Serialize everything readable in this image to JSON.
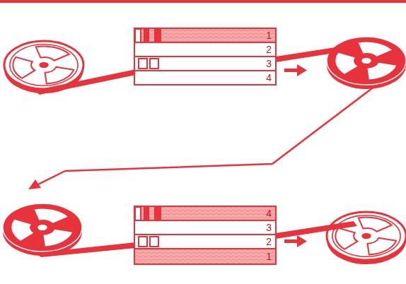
{
  "diagram": {
    "nodes": [
      {
        "text": [
          "1"
        ]
      },
      {
        "text": [
          "2"
        ]
      },
      {
        "text": [
          "3"
        ]
      },
      {
        "text": [
          "4"
        ]
      },
      {
        "text": [
          "4"
        ]
      },
      {
        "text": [
          "3"
        ]
      },
      {
        "text": [
          "2"
        ]
      },
      {
        "text": [
          "1"
        ]
      }
    ]
  }
}
